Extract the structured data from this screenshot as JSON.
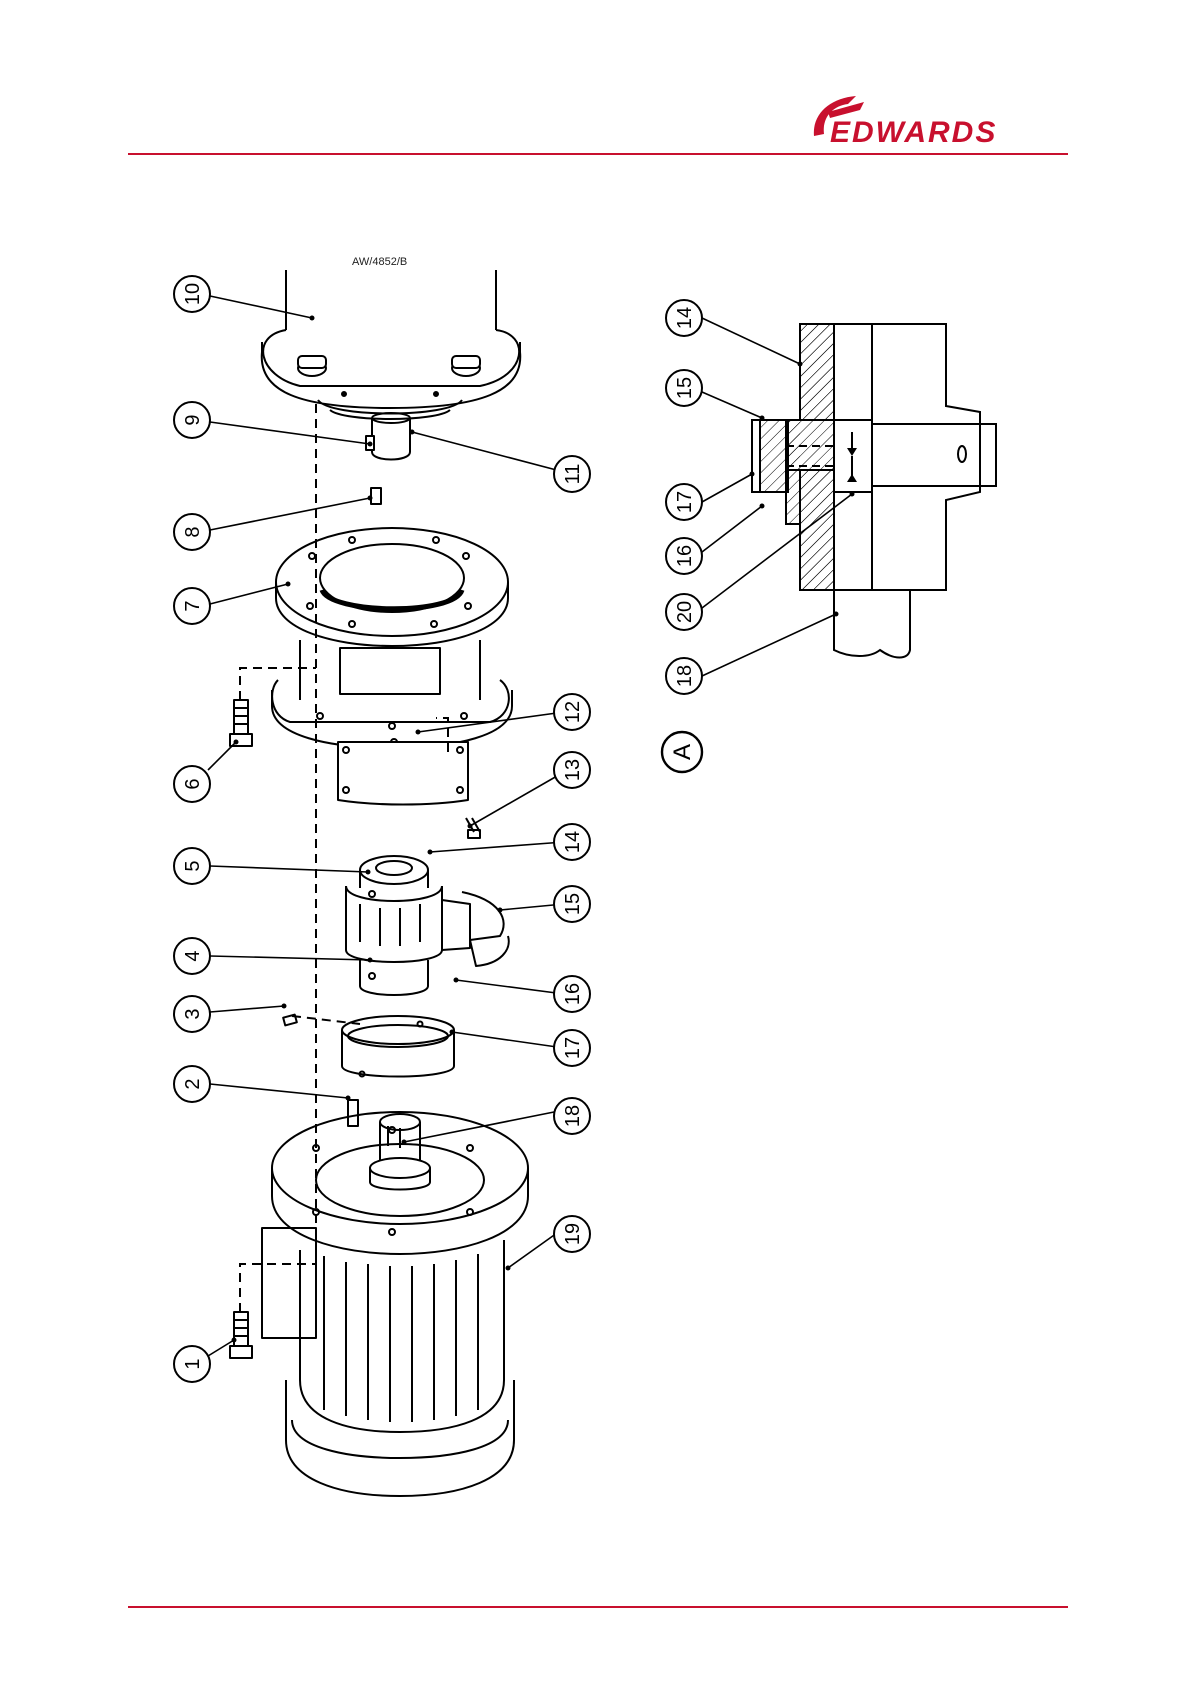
{
  "header": {
    "brand_logo_text": "EDWARDS",
    "brand_color": "#c8102e"
  },
  "figure": {
    "drawing_ref": "AW/4852/B",
    "detail_label": "A",
    "exploded_view_callouts": [
      "1",
      "2",
      "3",
      "4",
      "5",
      "6",
      "7",
      "8",
      "9",
      "10",
      "11",
      "12",
      "13",
      "14",
      "15",
      "16",
      "17",
      "18",
      "19"
    ],
    "detail_view_callouts": [
      "14",
      "15",
      "17",
      "16",
      "20",
      "18"
    ]
  }
}
